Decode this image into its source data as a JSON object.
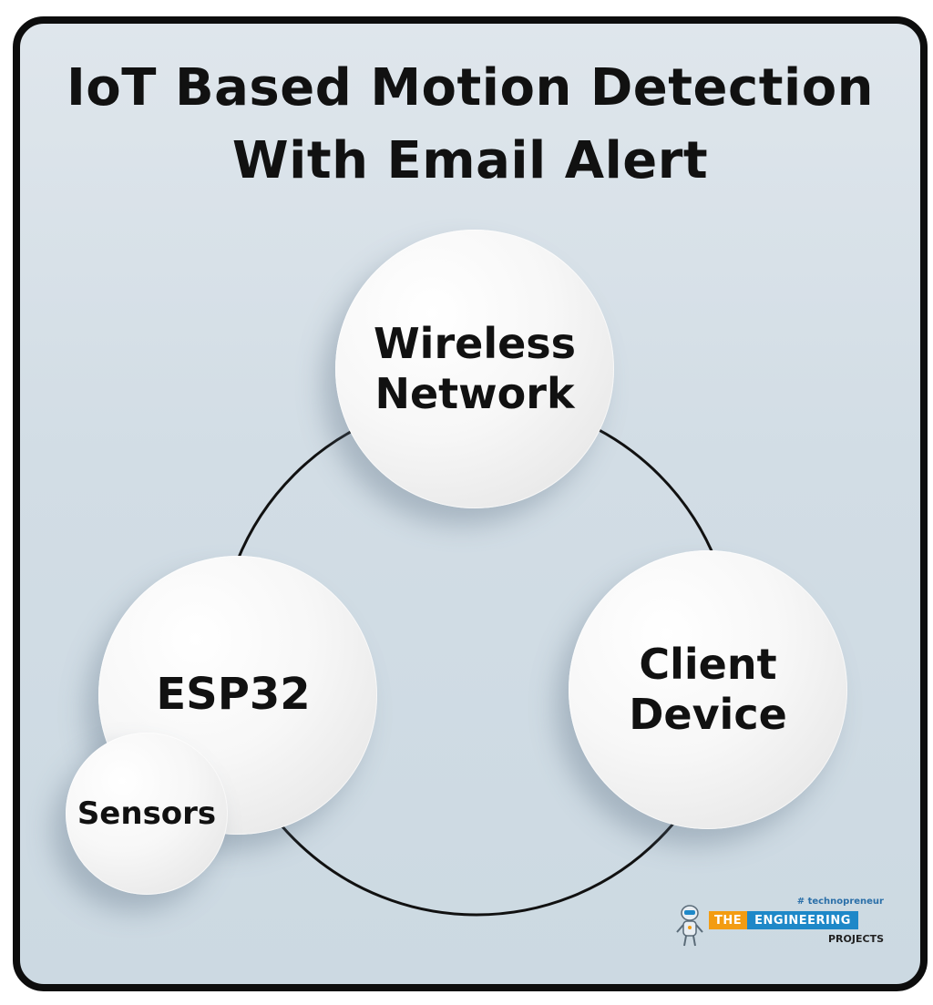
{
  "title": {
    "line1": "IoT Based Motion Detection",
    "line2": "With Email Alert"
  },
  "nodes": {
    "wireless": "Wireless\nNetwork",
    "esp32": "ESP32",
    "client": "Client\nDevice",
    "sensors": "Sensors"
  },
  "logo": {
    "tagline": "# technopreneur",
    "the": "THE",
    "engineering": "ENGINEERING",
    "projects": "PROJECTS"
  },
  "colors": {
    "background": "#d2dde5",
    "border": "#0d0d0d",
    "node_fill": "#f4f4f4",
    "text": "#111111",
    "logo_orange": "#f39c12",
    "logo_blue": "#1e88c8"
  }
}
